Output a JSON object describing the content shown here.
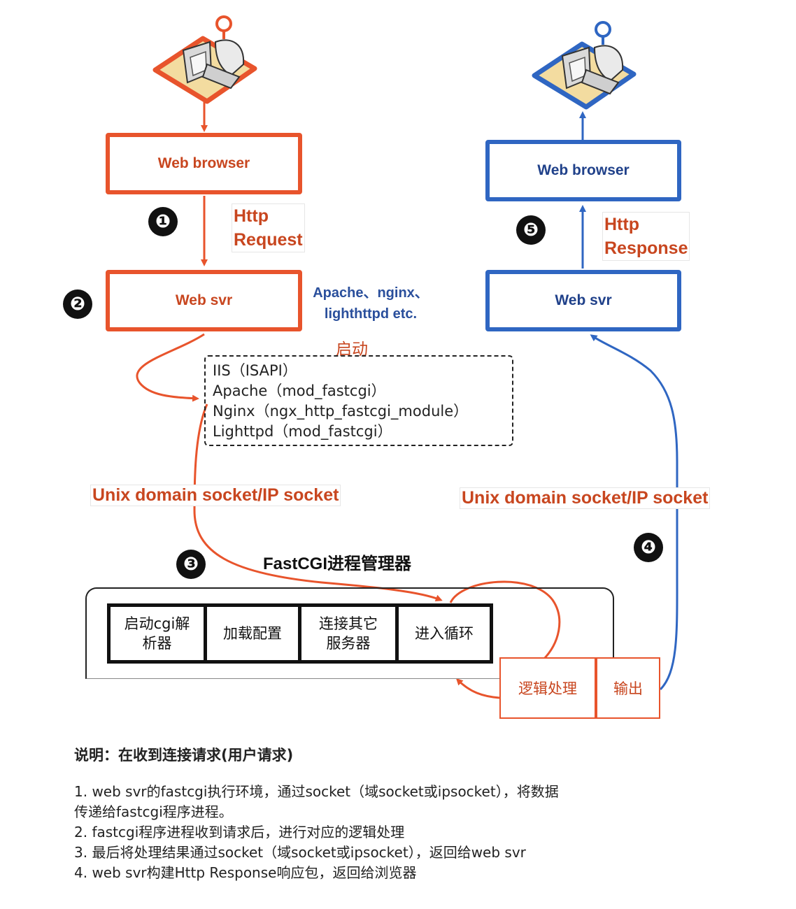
{
  "left": {
    "browser": "Web browser",
    "step1": "❶",
    "proto_line1": "Http",
    "proto_line2": "Request",
    "step2": "❷",
    "svr": "Web svr",
    "svr_examples_line1": "Apache、nginx、",
    "svr_examples_line2": "lighthttpd etc."
  },
  "right": {
    "browser": "Web browser",
    "step5": "❺",
    "proto_line1": "Http",
    "proto_line2": "Response",
    "svr": "Web svr",
    "step4": "❹"
  },
  "launch_label": "启动",
  "cgi_modules": [
    "IIS（ISAPI）",
    "Apache（mod_fastcgi）",
    "Nginx（ngx_http_fastcgi_module）",
    "Lighttpd（mod_fastcgi）"
  ],
  "socket_left": "Unix domain socket/IP socket",
  "socket_right": "Unix domain socket/IP socket",
  "manager": {
    "step3": "❸",
    "title": "FastCGI进程管理器",
    "cells": [
      [
        "启动cgi解",
        "析器"
      ],
      [
        "加载配置"
      ],
      [
        "连接其它",
        "服务器"
      ],
      [
        "进入循环"
      ]
    ],
    "logic": "逻辑处理",
    "output": "输出"
  },
  "notes": {
    "title": "说明：在收到连接请求(用户请求)",
    "lines": [
      "1. web svr的fastcgi执行环境，通过socket（域socket或ipsocket），将数据",
      "传递给fastcgi程序进程。",
      "2. fastcgi程序进程收到请求后，进行对应的逻辑处理",
      "3. 最后将处理结果通过socket（域socket或ipsocket），返回给web svr",
      "4. web svr构建Http Response响应包，返回给浏览器"
    ]
  },
  "colors": {
    "orange": "#e8542c",
    "blue": "#2f66c2"
  }
}
